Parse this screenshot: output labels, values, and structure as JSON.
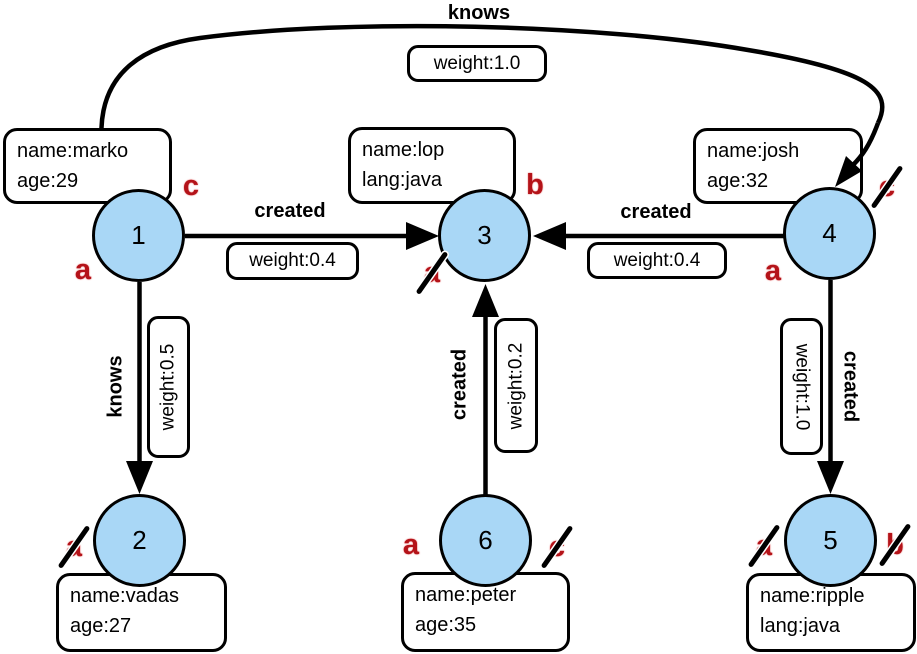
{
  "colors": {
    "node_fill": "#a9d7f6",
    "line": "#000000",
    "box_bg": "#ffffff",
    "marker": "#b41319"
  },
  "nodes": {
    "n1": {
      "id": "1",
      "prop1": "name:marko",
      "prop2": "age:29"
    },
    "n2": {
      "id": "2",
      "prop1": "name:vadas",
      "prop2": "age:27"
    },
    "n3": {
      "id": "3",
      "prop1": "name:lop",
      "prop2": "lang:java"
    },
    "n4": {
      "id": "4",
      "prop1": "name:josh",
      "prop2": "age:32"
    },
    "n5": {
      "id": "5",
      "prop1": "name:ripple",
      "prop2": "lang:java"
    },
    "n6": {
      "id": "6",
      "prop1": "name:peter",
      "prop2": "age:35"
    }
  },
  "edges": {
    "e1_3": {
      "from": "1",
      "to": "3",
      "label": "created",
      "weight": "weight:0.4"
    },
    "e4_3": {
      "from": "4",
      "to": "3",
      "label": "created",
      "weight": "weight:0.4"
    },
    "e1_4": {
      "from": "1",
      "to": "4",
      "label": "knows",
      "weight": "weight:1.0"
    },
    "e1_2": {
      "from": "1",
      "to": "2",
      "label": "knows",
      "weight": "weight:0.5"
    },
    "e6_3": {
      "from": "6",
      "to": "3",
      "label": "created",
      "weight": "weight:0.2"
    },
    "e4_5": {
      "from": "4",
      "to": "5",
      "label": "created",
      "weight": "weight:1.0"
    }
  },
  "markers": {
    "n1_c": {
      "node": "1",
      "letter": "c",
      "crossed": false
    },
    "n1_a": {
      "node": "1",
      "letter": "a",
      "crossed": false
    },
    "n3_b": {
      "node": "3",
      "letter": "b",
      "crossed": false
    },
    "n3_a": {
      "node": "3",
      "letter": "a",
      "crossed": true
    },
    "n4_c": {
      "node": "4",
      "letter": "c",
      "crossed": true
    },
    "n4_a": {
      "node": "4",
      "letter": "a",
      "crossed": false
    },
    "n2_a": {
      "node": "2",
      "letter": "a",
      "crossed": true
    },
    "n6_a": {
      "node": "6",
      "letter": "a",
      "crossed": false
    },
    "n6_c": {
      "node": "6",
      "letter": "c",
      "crossed": true
    },
    "n5_a": {
      "node": "5",
      "letter": "a",
      "crossed": true
    },
    "n5_b": {
      "node": "5",
      "letter": "b",
      "crossed": true
    }
  }
}
